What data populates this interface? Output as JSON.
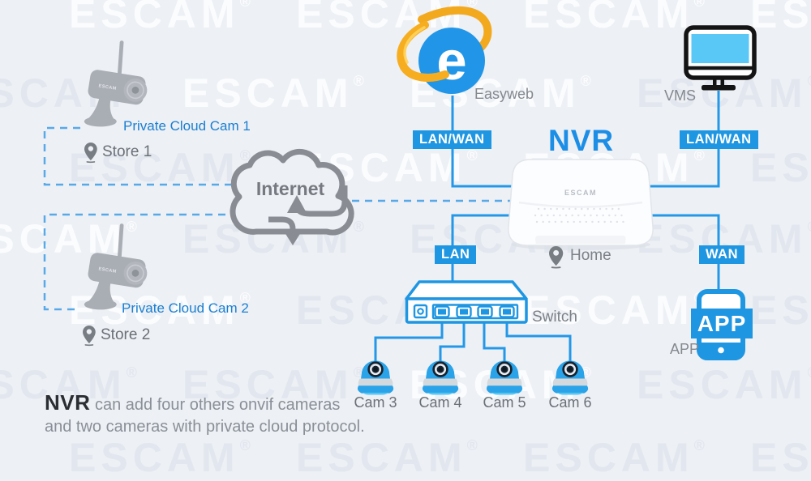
{
  "background_watermark": {
    "text": "ESCAM",
    "reg": "®"
  },
  "colors": {
    "accent_blue": "#1e96e2",
    "line_blue": "#2398e8",
    "dashed_blue": "#58a9e8",
    "cam_label_blue": "#1a7fd2",
    "nvr_title_blue": "#1d8ee6",
    "gray_text": "#7c8187",
    "cloud_gray": "#898d93",
    "screen_cyan": "#5ac8f7",
    "dome_blue": "#2aa3e9"
  },
  "stores": [
    {
      "camera_label": "Private Cloud Cam 1",
      "location_label": "Store 1"
    },
    {
      "camera_label": "Private Cloud Cam 2",
      "location_label": "Store 2"
    }
  ],
  "cloud": {
    "label": "Internet"
  },
  "nvr": {
    "title": "NVR",
    "device_brand": "ESCAM",
    "location_label": "Home"
  },
  "easyweb": {
    "label": "Easyweb"
  },
  "vms": {
    "label": "VMS"
  },
  "app": {
    "badge": "APP",
    "label": "APP"
  },
  "network_switch": {
    "label": "Switch"
  },
  "cameras": [
    {
      "label": "Cam 3"
    },
    {
      "label": "Cam 4"
    },
    {
      "label": "Cam 5"
    },
    {
      "label": "Cam 6"
    }
  ],
  "connection_labels": {
    "easyweb_link": "LAN/WAN",
    "vms_link": "LAN/WAN",
    "switch_link": "LAN",
    "app_link": "WAN"
  },
  "footnote": {
    "bold_prefix": "NVR",
    "line1_rest": " can add four others onvif cameras",
    "line2": "and two cameras with private cloud protocol."
  }
}
